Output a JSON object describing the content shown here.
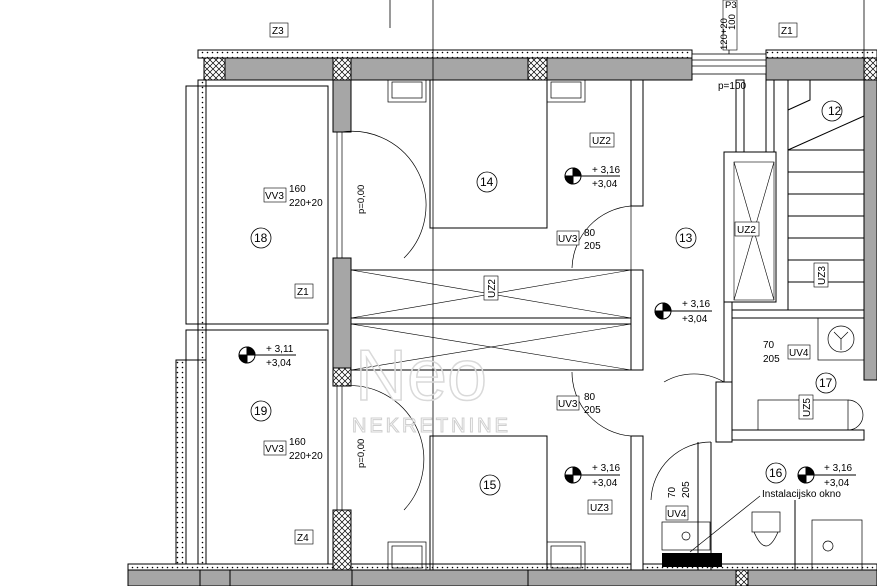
{
  "labels": {
    "z3_top": "Z3",
    "z1_top": "Z1",
    "p3": "P3",
    "p3_dim1": "100",
    "p3_dim2": "120+20",
    "p100": "p=100",
    "uz2_a": "UZ2",
    "uz2_b": "UZ2",
    "uz2_c": "UZ2",
    "uz3_a": "UZ3",
    "uz3_b": "UZ3",
    "uz5": "UZ5",
    "uv3_a": "UV3",
    "uv3_b": "UV3",
    "uv4_a": "UV4",
    "uv4_b": "UV4",
    "vv3_a": "VV3",
    "vv3_b": "VV3",
    "z1_mid": "Z1",
    "z4": "Z4",
    "p0_a": "p=0,00",
    "p0_b": "p=0,00",
    "dim_160_a": "160",
    "dim_220_a": "220+20",
    "dim_160_b": "160",
    "dim_220_b": "220+20",
    "dim_80_a": "80",
    "dim_205_a": "205",
    "dim_80_b": "80",
    "dim_205_b": "205",
    "dim_70_a": "70",
    "dim_205_c": "205",
    "dim_70_b": "70",
    "dim_205_d": "205",
    "instalacijsko": "Instalacijsko okno"
  },
  "rooms": {
    "r12": "12",
    "r13": "13",
    "r14": "14",
    "r15": "15",
    "r16": "16",
    "r17": "17",
    "r18": "18",
    "r19": "19"
  },
  "levels": {
    "l14_top": "+ 3,16",
    "l14_bot": "+3,04",
    "l13_top": "+ 3,16",
    "l13_bot": "+3,04",
    "l19_top": "+ 3,11",
    "l19_bot": "+3,04",
    "l15_top": "+ 3,16",
    "l15_bot": "+3,04",
    "l16_top": "+ 3,16",
    "l16_bot": "+3,04"
  },
  "watermark": {
    "logo": "Neo",
    "subtitle": "NEKRETNINE"
  },
  "colors": {
    "wall": "#a6a6a6",
    "line": "#000000",
    "watermark": "#d9d9d9"
  }
}
